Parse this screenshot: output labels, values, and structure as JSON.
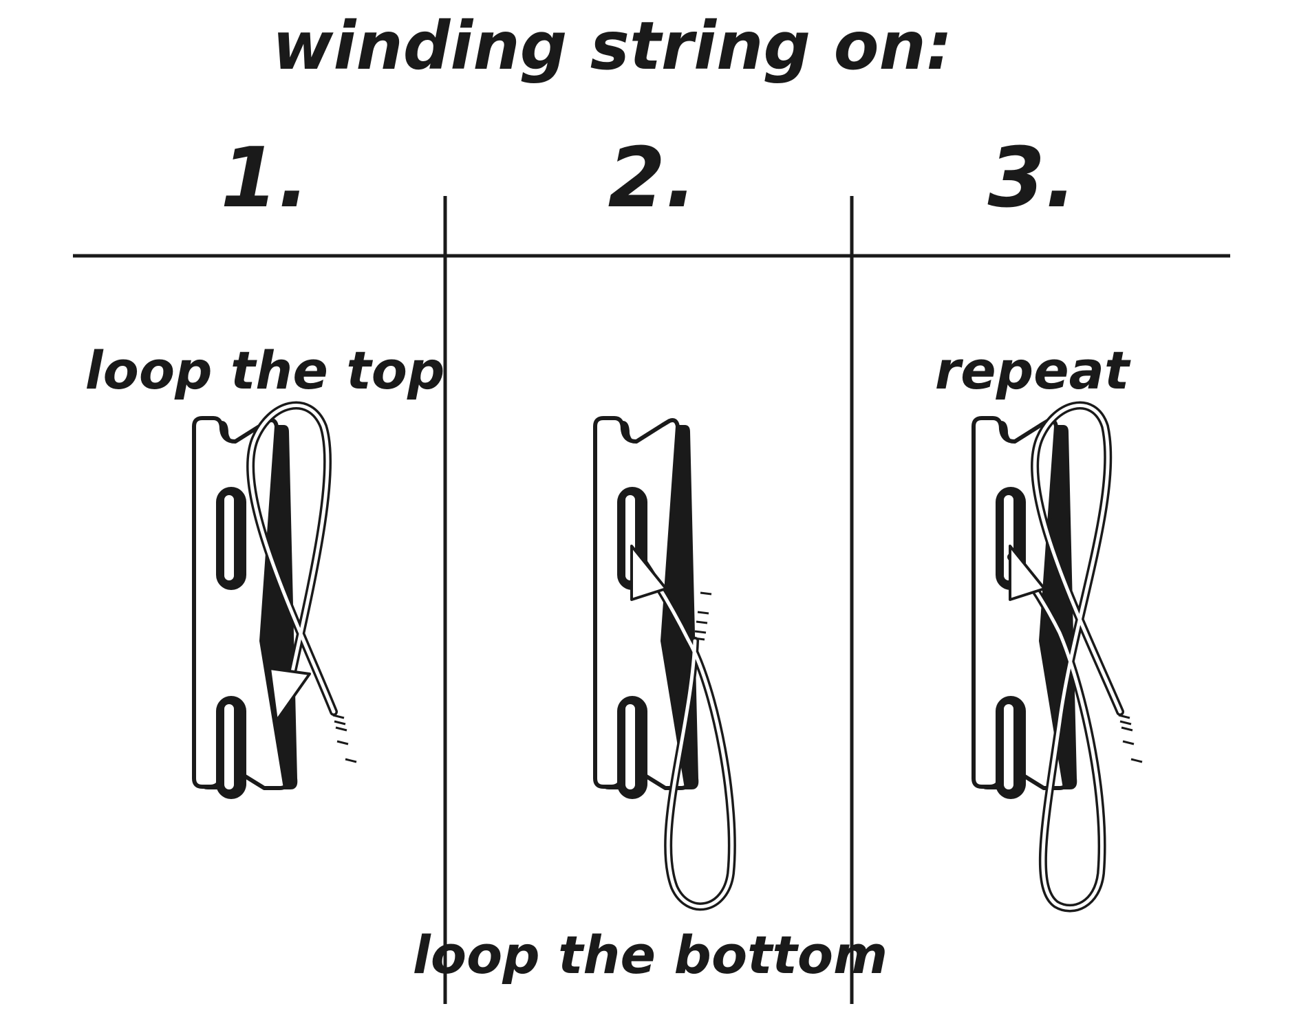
{
  "title": "winding string on:",
  "colors": {
    "ink": "#1a1a1a",
    "paper": "#ffffff"
  },
  "steps": [
    {
      "number": "1.",
      "caption": "loop the top"
    },
    {
      "number": "2.",
      "caption": "loop the bottom"
    },
    {
      "number": "3.",
      "caption": "repeat"
    }
  ]
}
